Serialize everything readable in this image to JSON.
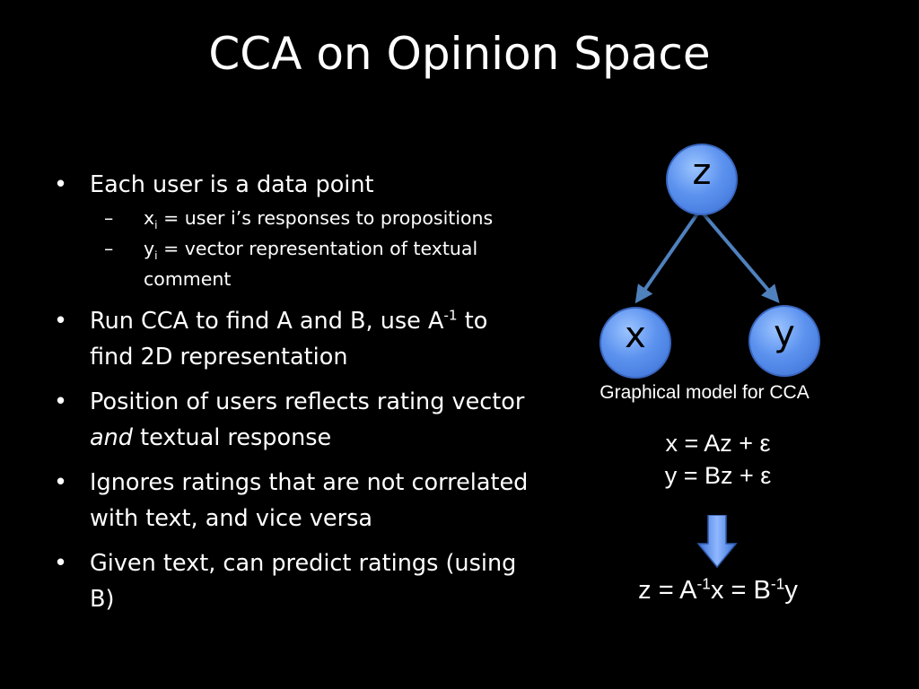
{
  "slide": {
    "title": "CCA on Opinion Space"
  },
  "bullets": {
    "b1": "Each user is a data point",
    "b1_sub1_var": "x",
    "b1_sub1_idx": "i",
    "b1_sub1_rest": " = user i’s responses to propositions",
    "b1_sub2_var": "y",
    "b1_sub2_idx": "i",
    "b1_sub2_rest_line1": " = vector representation of textual",
    "b1_sub2_rest_line2": "comment",
    "b2_pre": "Run CCA to find A and B, use A",
    "b2_sup": "-1",
    "b2_post": " to find 2D representation",
    "b3_pre": "Position of users reflects rating vector ",
    "b3_em": "and",
    "b3_post": " textual response",
    "b4": "Ignores ratings that are not correlated with text, and vice versa",
    "b5": "Given text, can predict ratings (using B)"
  },
  "diagram": {
    "node_z": "z",
    "node_x": "x",
    "node_y": "y",
    "caption": "Graphical model for CCA",
    "edge_color": "#4f81bd",
    "node_color": "#5d93ef"
  },
  "equations": {
    "eq1": "x = Az + ε",
    "eq2": "y = Bz + ε",
    "final_a": "z = A",
    "final_sup1": "-1",
    "final_b": "x = B",
    "final_sup2": "-1",
    "final_c": "y"
  }
}
